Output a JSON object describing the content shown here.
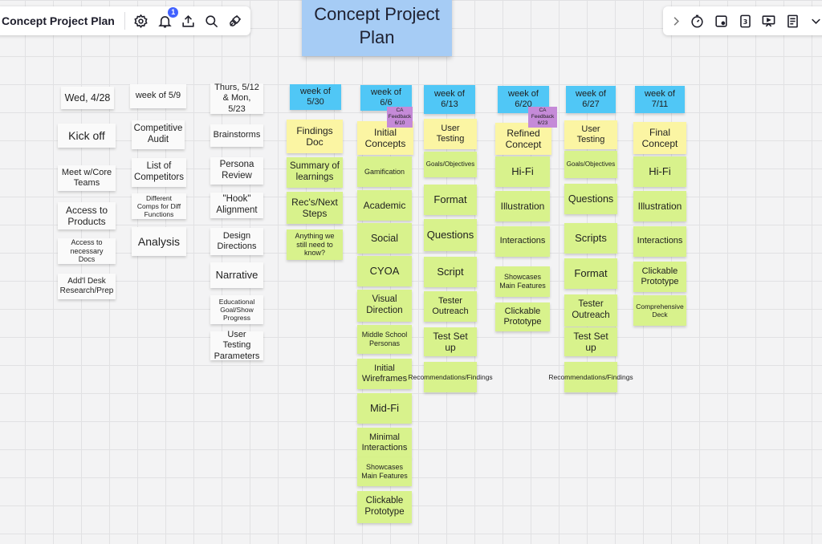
{
  "toolbar_left": {
    "board_title": "Concept Project Plan",
    "notification_count": "1",
    "icons": [
      "gear-icon",
      "bell-icon",
      "upload-icon",
      "search-icon",
      "plug-icon"
    ]
  },
  "toolbar_right": {
    "icons": [
      "chevron-right-icon",
      "timer-icon",
      "sticky-add-icon",
      "card-count-icon",
      "presentation-icon",
      "notes-icon",
      "more-icon"
    ],
    "card_count": "3"
  },
  "board": {
    "title_note": "Concept Project Plan",
    "colors": {
      "white": "#fafafa",
      "blue": "#50c7f6",
      "yellow": "#fbf5a3",
      "green": "#d8f28c",
      "purple": "#c58ad8"
    },
    "columns": [
      {
        "id": "col1",
        "notes": [
          {
            "text": "Wed, 4/28",
            "color": "white"
          },
          {
            "text": "Kick off",
            "color": "white"
          },
          {
            "text": "Meet w/Core Teams",
            "color": "white"
          },
          {
            "text": "Access to Products",
            "color": "white"
          },
          {
            "text": "Access to necessary Docs",
            "color": "white"
          },
          {
            "text": "Add'l Desk Research/Prep",
            "color": "white"
          }
        ]
      },
      {
        "id": "col2",
        "notes": [
          {
            "text": "week of 5/9",
            "color": "white"
          },
          {
            "text": "Competitive Audit",
            "color": "white"
          },
          {
            "text": "List of Competitors",
            "color": "white"
          },
          {
            "text": "Different Comps for Diff Functions",
            "color": "white"
          },
          {
            "text": "Analysis",
            "color": "white"
          }
        ]
      },
      {
        "id": "col3",
        "notes": [
          {
            "text": "Thurs, 5/12 & Mon, 5/23",
            "color": "white"
          },
          {
            "text": "Brainstorms",
            "color": "white"
          },
          {
            "text": "Persona Review",
            "color": "white"
          },
          {
            "text": "\"Hook\" Alignment",
            "color": "white"
          },
          {
            "text": "Design Directions",
            "color": "white"
          },
          {
            "text": "Narrative",
            "color": "white"
          },
          {
            "text": "Educational Goal/Show Progress",
            "color": "white"
          },
          {
            "text": "User Testing Parameters",
            "color": "white"
          }
        ]
      },
      {
        "id": "col4",
        "notes": [
          {
            "text": "week of 5/30",
            "color": "blue"
          },
          {
            "text": "Findings Doc",
            "color": "yellow"
          },
          {
            "text": "Summary of learnings",
            "color": "green"
          },
          {
            "text": "Rec's/Next Steps",
            "color": "green"
          },
          {
            "text": "Anything we still need to know?",
            "color": "green"
          }
        ]
      },
      {
        "id": "col5",
        "notes": [
          {
            "text": "week of 6/6",
            "color": "blue"
          },
          {
            "text": "CA Feedback 6/10",
            "color": "purple"
          },
          {
            "text": "Initial Concepts",
            "color": "yellow"
          },
          {
            "text": "Gamification",
            "color": "green"
          },
          {
            "text": "Academic",
            "color": "green"
          },
          {
            "text": "Social",
            "color": "green"
          },
          {
            "text": "CYOA",
            "color": "green"
          },
          {
            "text": "Visual Direction",
            "color": "green"
          },
          {
            "text": "Middle School Personas",
            "color": "green"
          },
          {
            "text": "Initial Wireframes",
            "color": "green"
          },
          {
            "text": "Mid-Fi",
            "color": "green"
          },
          {
            "text": "Minimal Interactions",
            "color": "green"
          },
          {
            "text": "Showcases Main Features",
            "color": "green"
          },
          {
            "text": "Clickable Prototype",
            "color": "green"
          }
        ]
      },
      {
        "id": "col6",
        "notes": [
          {
            "text": "week of 6/13",
            "color": "blue"
          },
          {
            "text": "User Testing",
            "color": "yellow"
          },
          {
            "text": "Goals/Objectives",
            "color": "green"
          },
          {
            "text": "Format",
            "color": "green"
          },
          {
            "text": "Questions",
            "color": "green"
          },
          {
            "text": "Script",
            "color": "green"
          },
          {
            "text": "Tester Outreach",
            "color": "green"
          },
          {
            "text": "Test Set up",
            "color": "green"
          },
          {
            "text": "Recommendations/Findings",
            "color": "green"
          }
        ]
      },
      {
        "id": "col7",
        "notes": [
          {
            "text": "week of 6/20",
            "color": "blue"
          },
          {
            "text": "CA Feedback 6/23",
            "color": "purple"
          },
          {
            "text": "Refined Concept",
            "color": "yellow"
          },
          {
            "text": "Hi-Fi",
            "color": "green"
          },
          {
            "text": "Illustration",
            "color": "green"
          },
          {
            "text": "Interactions",
            "color": "green"
          },
          {
            "text": "Showcases Main Features",
            "color": "green"
          },
          {
            "text": "Clickable Prototype",
            "color": "green"
          }
        ]
      },
      {
        "id": "col8",
        "notes": [
          {
            "text": "week of 6/27",
            "color": "blue"
          },
          {
            "text": "User Testing",
            "color": "yellow"
          },
          {
            "text": "Goals/Objectives",
            "color": "green"
          },
          {
            "text": "Questions",
            "color": "green"
          },
          {
            "text": "Scripts",
            "color": "green"
          },
          {
            "text": "Format",
            "color": "green"
          },
          {
            "text": "Tester Outreach",
            "color": "green"
          },
          {
            "text": "Test Set up",
            "color": "green"
          },
          {
            "text": "Recommendations/Findings",
            "color": "green"
          }
        ]
      },
      {
        "id": "col9",
        "notes": [
          {
            "text": "week of 7/11",
            "color": "blue"
          },
          {
            "text": "Final Concept",
            "color": "yellow"
          },
          {
            "text": "Hi-Fi",
            "color": "green"
          },
          {
            "text": "Illustration",
            "color": "green"
          },
          {
            "text": "Interactions",
            "color": "green"
          },
          {
            "text": "Clickable Prototype",
            "color": "green"
          },
          {
            "text": "Comprehensive Deck",
            "color": "green"
          }
        ]
      }
    ]
  }
}
